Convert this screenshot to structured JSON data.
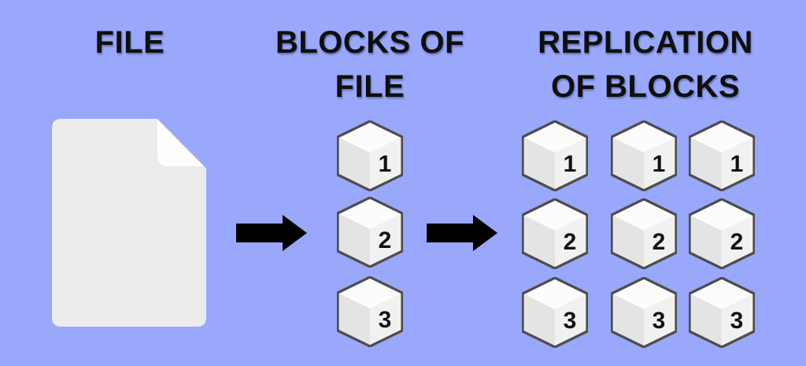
{
  "diagram": {
    "title_file": {
      "lines": [
        "FILE"
      ]
    },
    "title_blocks": {
      "lines": [
        "BLOCKS OF",
        "FILE"
      ]
    },
    "title_replication": {
      "lines": [
        "REPLICATION",
        "OF BLOCKS"
      ]
    },
    "blocks_column": {
      "numbers": [
        "1",
        "2",
        "3"
      ]
    },
    "replication_grid": {
      "rows": [
        [
          "1",
          "1",
          "1"
        ],
        [
          "2",
          "2",
          "2"
        ],
        [
          "3",
          "3",
          "3"
        ]
      ]
    },
    "icons": {
      "document": "document-icon",
      "arrow": "arrow-right-icon",
      "block": "cube-icon"
    },
    "colors": {
      "background": "#99a8fb",
      "title_text": "#0f0f0f",
      "arrow": "#000000",
      "cube_border": "#4d4d4d",
      "cube_top": "#fcfcfc",
      "cube_left": "#e4e4e4",
      "cube_right": "#f1f1f1",
      "cube_number": "#111111",
      "document_body": "#ececec",
      "document_fold": "#fefefe"
    }
  }
}
